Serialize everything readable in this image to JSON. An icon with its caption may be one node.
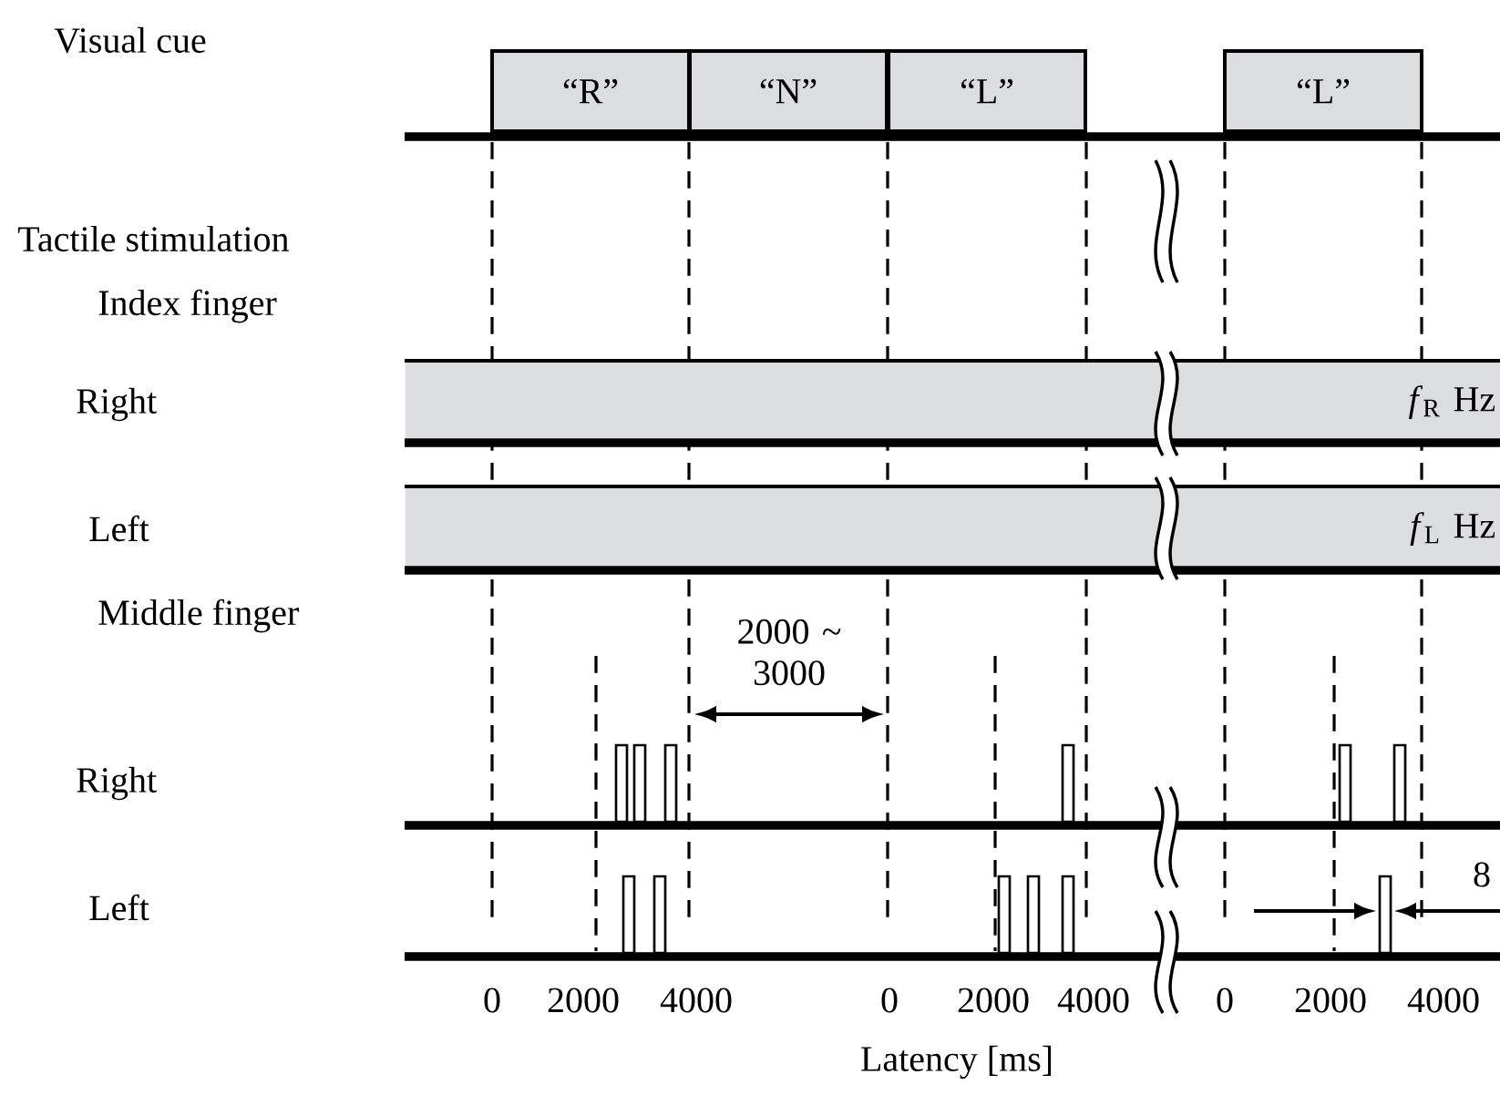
{
  "diagram": {
    "nodes": [
      {
        "text": [
          "“R”"
        ]
      },
      {
        "text": [
          "“N”"
        ]
      },
      {
        "text": [
          "“L”"
        ]
      },
      {
        "text": [
          "“L”"
        ]
      },
      {
        "text": [
          "*f*$_{R}$ Hz"
        ]
      },
      {
        "text": [
          "*f*$_{L}$ Hz"
        ]
      }
    ],
    "labels": [
      "Visual cue",
      "Tactile stimulation",
      "Index finger",
      "Right",
      "Left",
      "Middle finger",
      "2000 ~ 3000",
      "Right",
      "Left",
      "8",
      "0",
      "2000",
      "4000",
      "0",
      "2000",
      "4000",
      "0",
      "2000",
      "4000",
      "Latency [ms]"
    ]
  }
}
